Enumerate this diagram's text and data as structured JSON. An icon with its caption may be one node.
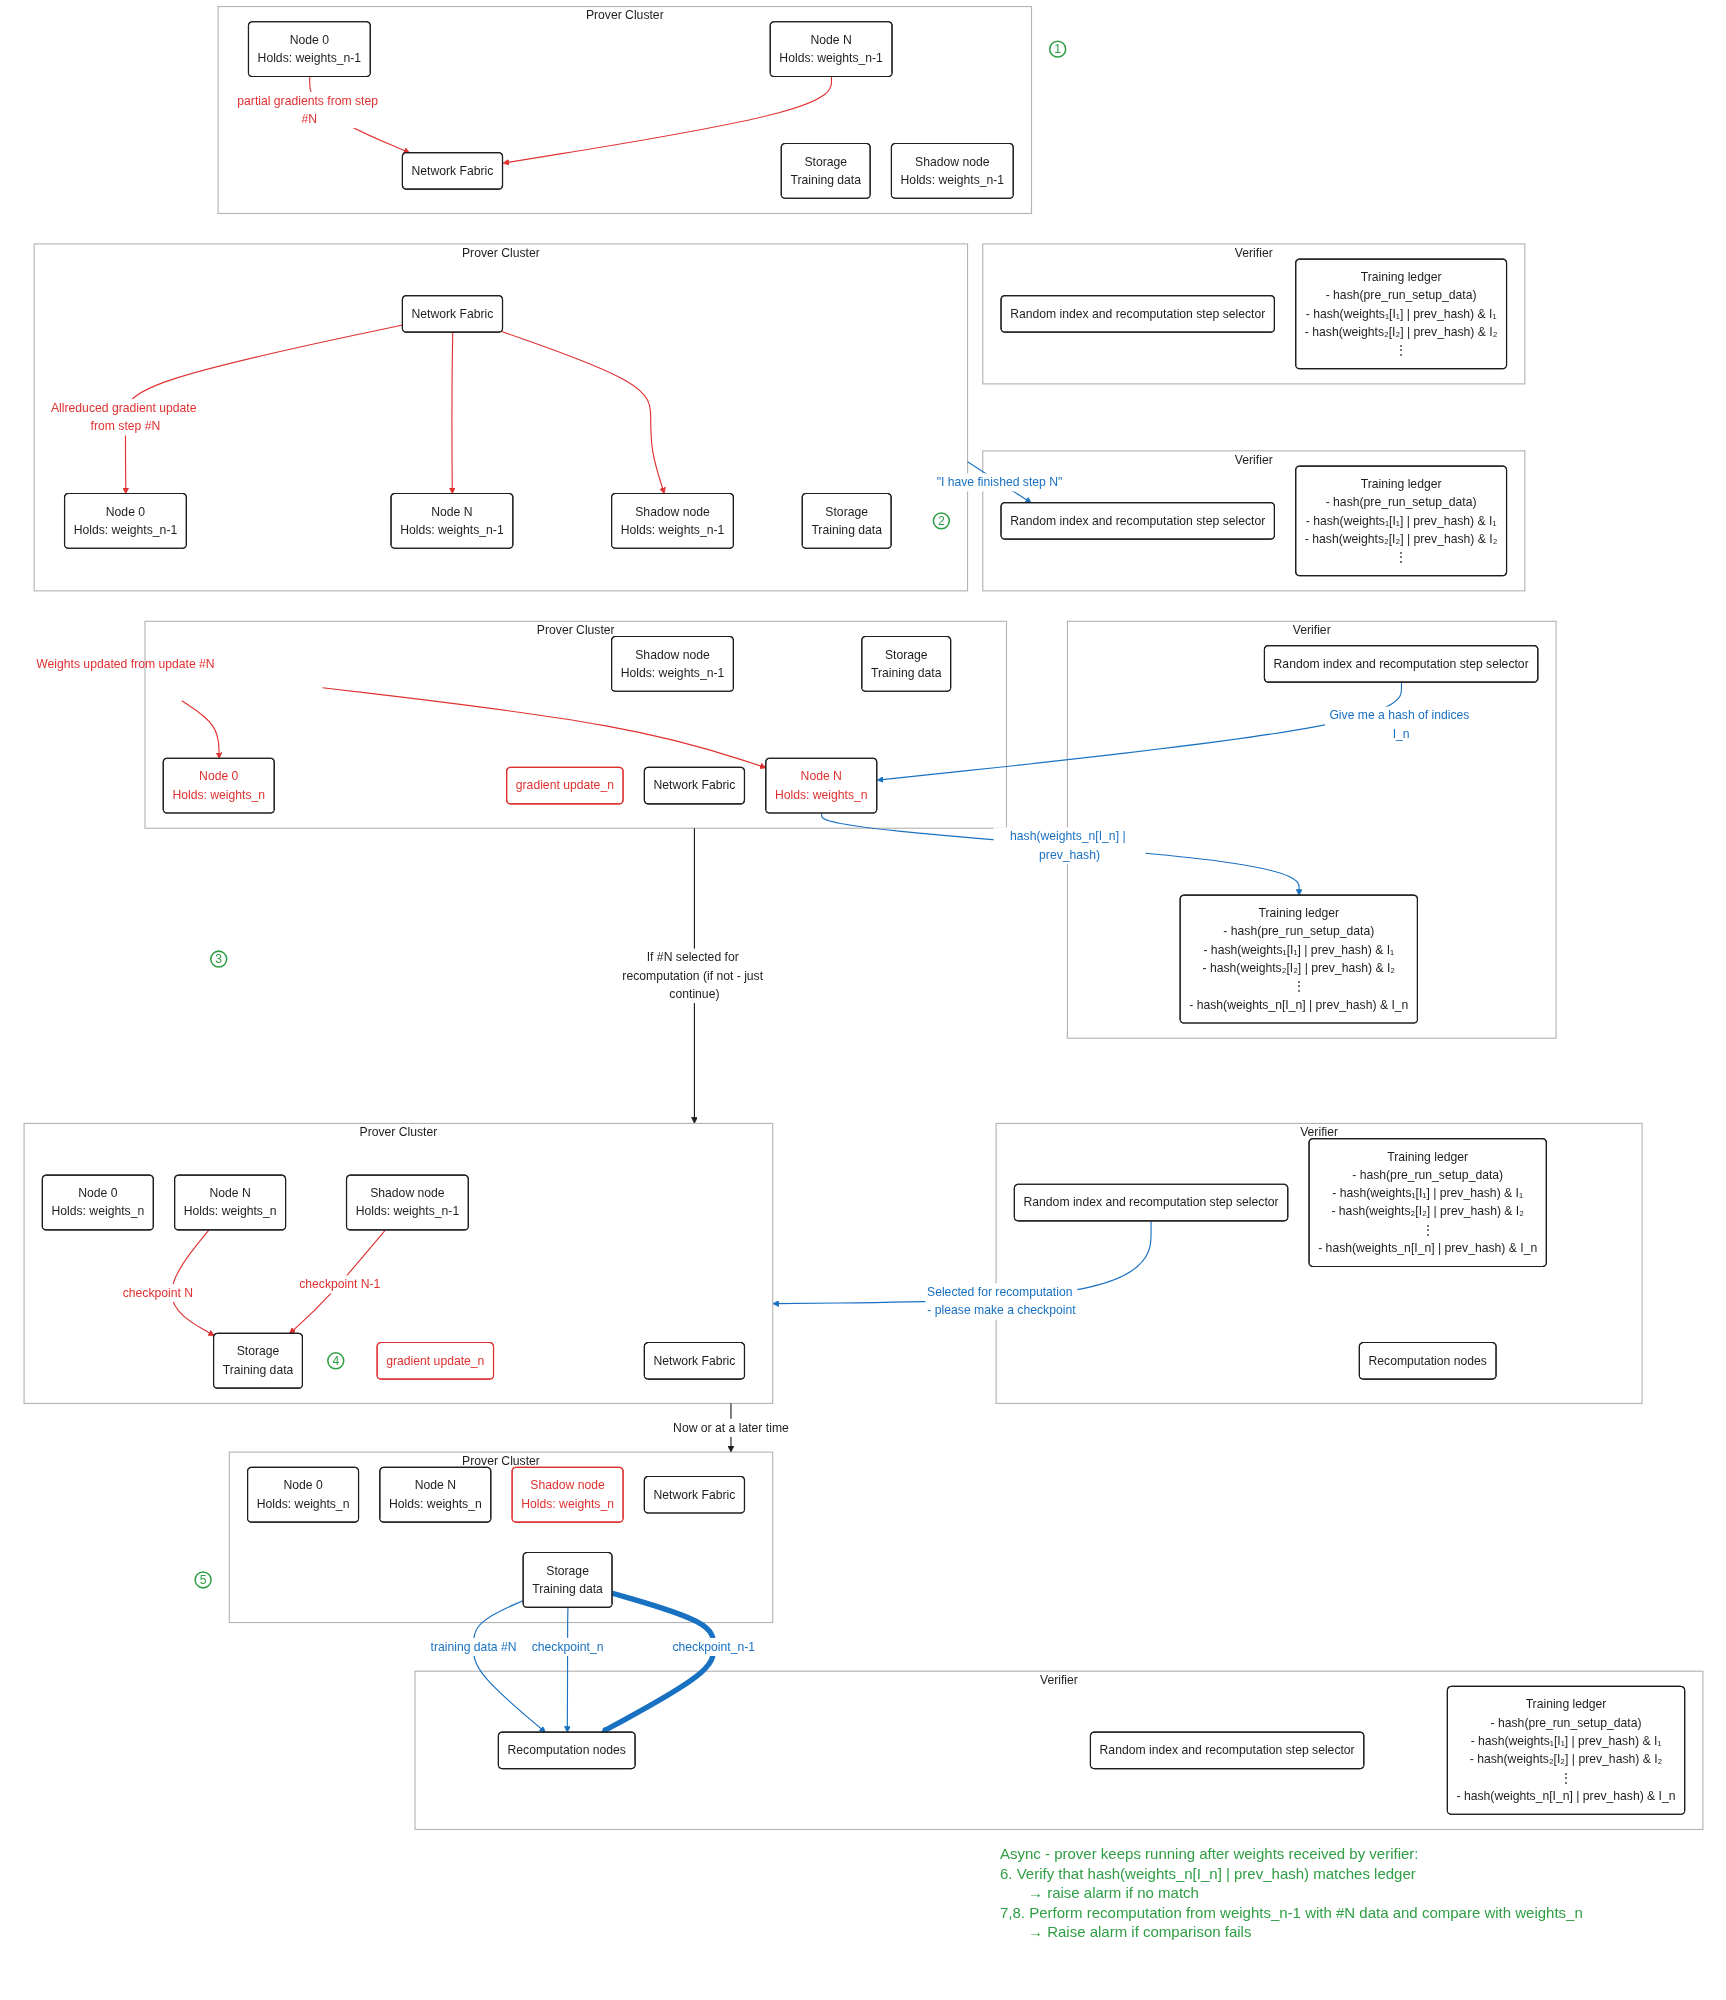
{
  "diagram": {
    "nodes": [
      {
        "text": [
          "1"
        ]
      },
      {
        "text": [
          "Prover Cluster"
        ]
      },
      {
        "text": [
          "Network Fabric"
        ],
        "in": 1
      },
      {
        "text": [
          "Storage",
          "Training data"
        ],
        "in": 1
      },
      {
        "text": [
          "Node 0",
          "Holds: weights_n-1"
        ],
        "in": 1
      },
      {
        "text": [
          "Node N",
          "Holds: weights_n-1"
        ],
        "in": 1
      },
      {
        "text": [
          "Shadow node",
          "Holds: weights_n-1"
        ],
        "in": 1
      },
      {
        "text": [
          "Verifier"
        ]
      },
      {
        "text": [
          "Random index and recomputation step selector"
        ],
        "in": 7
      },
      {
        "text": [
          "Training ledger",
          "- hash(pre_run_setup_data)",
          "- hash(weights₁[I₁] | prev_hash) & I₁",
          "- hash(weights₂[I₂] | prev_hash) & I₂",
          "⋮"
        ],
        "in": 7
      },
      {
        "text": [
          "Prover Cluster"
        ]
      },
      {
        "text": [
          "Network Fabric"
        ],
        "in": 10
      },
      {
        "text": [
          "Storage",
          "Training data"
        ],
        "in": 10
      },
      {
        "text": [
          "Node 0",
          "Holds: weights_n-1"
        ],
        "in": 10
      },
      {
        "text": [
          "Node N",
          "Holds: weights_n-1"
        ],
        "in": 10
      },
      {
        "text": [
          "Shadow node",
          "Holds: weights_n-1"
        ],
        "in": 10
      },
      {
        "text": [
          "2"
        ],
        "in": 10
      },
      {
        "text": [
          "Verifier"
        ]
      },
      {
        "text": [
          "Random index and recomputation step selector"
        ],
        "in": 17
      },
      {
        "text": [
          "Training ledger",
          "- hash(pre_run_setup_data)",
          "- hash(weights₁[I₁] | prev_hash) & I₁",
          "- hash(weights₂[I₂] | prev_hash) & I₂",
          "⋮"
        ],
        "in": 17
      },
      {
        "text": [
          "Prover Cluster"
        ]
      },
      {
        "text": [
          "Network Fabric"
        ],
        "in": 20
      },
      {
        "text": [
          "Storage",
          "Training data"
        ],
        "in": 20
      },
      {
        "text": [
          "Node 0",
          "Holds: weights_n"
        ],
        "in": 20
      },
      {
        "text": [
          "Node N",
          "Holds: weights_n"
        ],
        "in": 20
      },
      {
        "text": [
          "Shadow node",
          "Holds: weights_n-1"
        ],
        "in": 20
      },
      {
        "text": [
          "gradient update_n"
        ],
        "in": 20
      },
      {
        "text": [
          "Verifier"
        ]
      },
      {
        "text": [
          "Random index and recomputation step selector"
        ],
        "in": 27
      },
      {
        "text": [
          "Training ledger",
          "- hash(pre_run_setup_data)",
          "- hash(weights₁[I₁] | prev_hash) & I₁",
          "- hash(weights₂[I₂] | prev_hash) & I₂",
          "⋮",
          "- hash(weights_n[I_n] | prev_hash) & I_n"
        ],
        "in": 27
      },
      {
        "text": [
          "Weights updated from update #N"
        ]
      },
      {
        "text": [
          "3"
        ]
      },
      {
        "text": [
          "Prover Cluster"
        ]
      },
      {
        "text": [
          "Network Fabric"
        ],
        "in": 32
      },
      {
        "text": [
          "Storage",
          "Training data"
        ],
        "in": 32
      },
      {
        "text": [
          "Node 0",
          "Holds: weights_n"
        ],
        "in": 32
      },
      {
        "text": [
          "Node N",
          "Holds: weights_n"
        ],
        "in": 32
      },
      {
        "text": [
          "Shadow node",
          "Holds: weights_n-1"
        ],
        "in": 32
      },
      {
        "text": [
          "gradient update_n"
        ],
        "in": 32
      },
      {
        "text": [
          "4"
        ],
        "in": 32
      },
      {
        "text": [
          "Verifier"
        ]
      },
      {
        "text": [
          "Random index and recomputation step selector"
        ],
        "in": 40
      },
      {
        "text": [
          "Training ledger",
          "- hash(pre_run_setup_data)",
          "- hash(weights₁[I₁] | prev_hash) & I₁",
          "- hash(weights₂[I₂] | prev_hash) & I₂",
          "⋮",
          "- hash(weights_n[I_n] | prev_hash) & I_n"
        ],
        "in": 40
      },
      {
        "text": [
          "Recomputation nodes"
        ],
        "in": 40
      },
      {
        "text": [
          "Prover Cluster"
        ]
      },
      {
        "text": [
          "Network Fabric"
        ],
        "in": 44
      },
      {
        "text": [
          "Storage",
          "Training data"
        ],
        "in": 44
      },
      {
        "text": [
          "Node 0",
          "Holds: weights_n"
        ],
        "in": 44
      },
      {
        "text": [
          "Node N",
          "Holds: weights_n"
        ],
        "in": 44
      },
      {
        "text": [
          "Shadow node",
          "Holds: weights_n"
        ],
        "in": 44
      },
      {
        "text": [
          "5"
        ]
      },
      {
        "text": [
          "Verifier"
        ]
      },
      {
        "text": [
          "Random index and recomputation step selector"
        ],
        "in": 51
      },
      {
        "text": [
          "Training ledger",
          "- hash(pre_run_setup_data)",
          "- hash(weights₁[I₁] | prev_hash) & I₁",
          "- hash(weights₂[I₂] | prev_hash) & I₂",
          "⋮",
          "- hash(weights_n[I_n] | prev_hash) & I_n"
        ],
        "in": 51
      },
      {
        "text": [
          "Recomputation nodes"
        ],
        "in": 51
      }
    ],
    "edges": [
      {
        "from": 4,
        "to": 2,
        "arrow": "to",
        "label": "partial gradients from step #N"
      },
      {
        "from": 5,
        "to": 2,
        "arrow": "to"
      },
      {
        "from": 11,
        "to": 13,
        "arrow": "to",
        "label": "Allreduced gradient update from step #N"
      },
      {
        "from": 11,
        "to": 14,
        "arrow": "to"
      },
      {
        "from": 11,
        "to": 15,
        "arrow": "to"
      },
      {
        "from": 10,
        "to": 18,
        "arrow": "to",
        "label": "\"I have finished step N\"",
        "color": "#1971c2"
      },
      {
        "from": 28,
        "to": 24,
        "arrow": "to",
        "label": "Give me a hash of indices I_n",
        "color": "#1971c2"
      },
      {
        "from": 24,
        "to": 29,
        "arrow": "to",
        "label": "hash(weights_n[I_n] | prev_hash)",
        "color": "#1971c2"
      },
      {
        "from": 30,
        "to": 23,
        "arrow": "to"
      },
      {
        "from": 30,
        "to": 24,
        "arrow": "to"
      },
      {
        "from": 20,
        "to": 32,
        "arrow": "to",
        "label": "If #N selected for recomputation (if not - just continue)",
        "color": "#1e1e1e"
      },
      {
        "from": 36,
        "to": 34,
        "arrow": "to",
        "label": "checkpoint N"
      },
      {
        "from": 37,
        "to": 34,
        "arrow": "to",
        "label": "checkpoint N-1"
      },
      {
        "from": 41,
        "to": 32,
        "arrow": "to",
        "label": "Selected for recomputation - please make a checkpoint",
        "color": "#1971c2"
      },
      {
        "from": 32,
        "to": 44,
        "arrow": "to",
        "label": "Now or at a later time",
        "color": "#1e1e1e"
      },
      {
        "from": 46,
        "to": 54,
        "arrow": "to",
        "label": "training data #N",
        "color": "#1971c2"
      },
      {
        "from": 46,
        "to": 54,
        "arrow": "to",
        "label": "checkpoint_n",
        "color": "#1971c2"
      },
      {
        "from": 46,
        "to": 54,
        "arrow": "to",
        "label": "checkpoint_n-1",
        "color": "#1971c2",
        "style": "thick"
      }
    ],
    "labels": [
      "Async - prover keeps running after weights received by verifier:",
      "6. Verify that hash(weights_n[I_n] | prev_hash) matches ledger",
      "→ raise alarm if no match",
      "7,8. Perform recomputation from weights_n-1 with #N data and compare with weights_n",
      "→ Raise alarm if comparison fails"
    ]
  }
}
